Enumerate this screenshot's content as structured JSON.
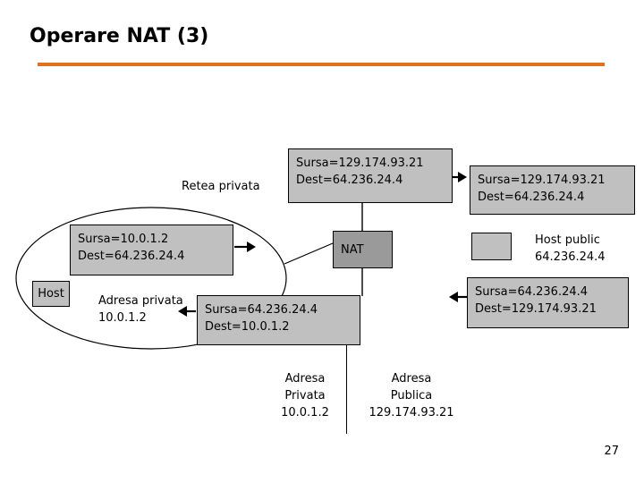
{
  "slide": {
    "title": "Operare NAT (3)",
    "page_number": "27",
    "accent_color": "#E2711D",
    "box_fill": "#C0C0C0",
    "nat_fill": "#9A9A9A",
    "background": "#FFFFFF"
  },
  "diagram": {
    "private_network_label": "Retea privata",
    "host_label": "Host",
    "private_address": {
      "line1": "Adresa privata",
      "line2": "10.0.1.2"
    },
    "nat_label": "NAT",
    "packets": {
      "outbound_private": {
        "line1": "Sursa=10.0.1.2",
        "line2": "Dest=64.236.24.4"
      },
      "outbound_translated": {
        "line1": "Sursa=129.174.93.21",
        "line2": "Dest=64.236.24.4"
      },
      "arriving_public": {
        "line1": "Sursa=129.174.93.21",
        "line2": "Dest=64.236.24.4"
      },
      "reply_public": {
        "line1": "Sursa=64.236.24.4",
        "line2": "Dest=129.174.93.21"
      },
      "reply_translated": {
        "line1": "Sursa=64.236.24.4",
        "line2": "Dest=10.0.1.2"
      }
    },
    "legend": {
      "host_public_line1": "Host public",
      "host_public_line2": "64.236.24.4"
    },
    "footers": {
      "private": {
        "line1": "Adresa",
        "line2": "Privata",
        "line3": "10.0.1.2"
      },
      "public": {
        "line1": "Adresa",
        "line2": "Publica",
        "line3": "129.174.93.21"
      }
    }
  }
}
